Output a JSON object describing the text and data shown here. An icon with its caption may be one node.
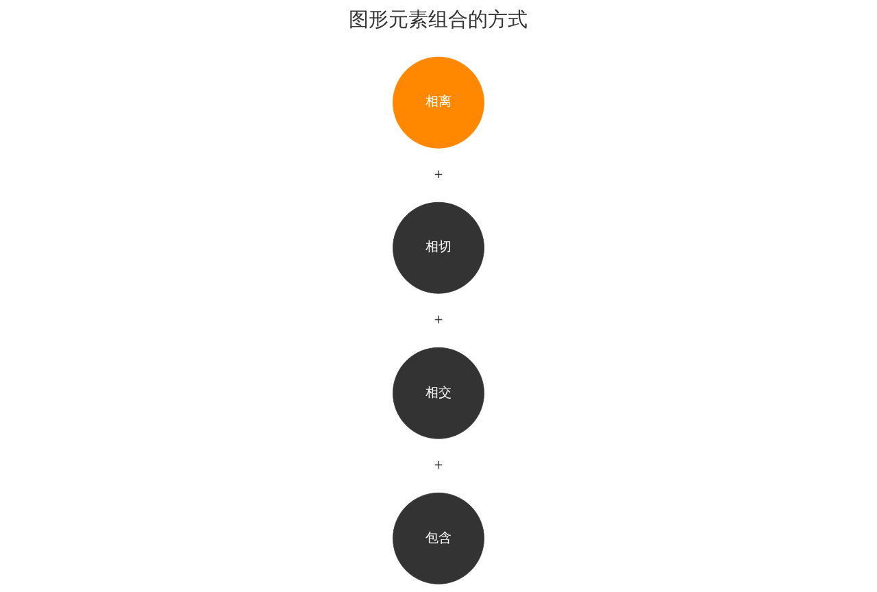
{
  "diagram": {
    "title": "图形元素组合的方式",
    "nodes": [
      {
        "text": [
          "相离"
        ]
      },
      {
        "text": [
          "相切"
        ]
      },
      {
        "text": [
          "相交"
        ]
      },
      {
        "text": [
          "包含"
        ]
      }
    ],
    "labels": [
      "+",
      "+",
      "+"
    ]
  }
}
